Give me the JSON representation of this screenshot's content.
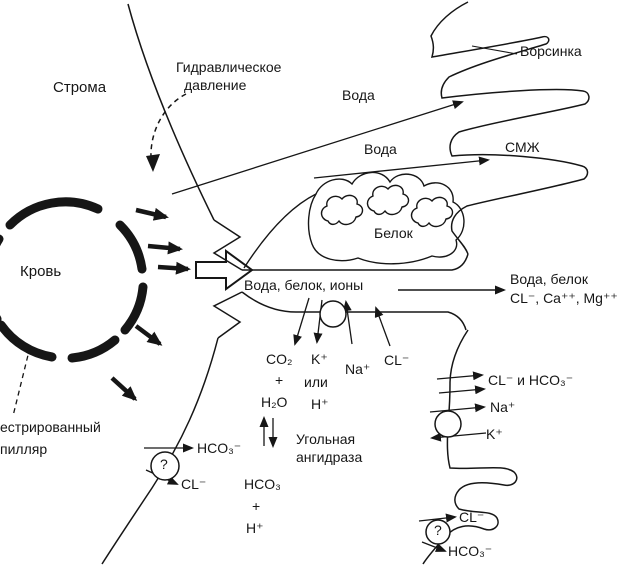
{
  "colors": {
    "ink": "#161616",
    "background": "#ffffff"
  },
  "labels": {
    "stroma": "Строма",
    "pressure1": "Гидравлическое",
    "pressure2": "давление",
    "blood": "Кровь",
    "water_upper": "Вода",
    "water_mid": "Вода",
    "villus": "Ворсинка",
    "csf": "СМЖ",
    "protein": "Белок",
    "cleft_flow": "Вода, белок, ионы",
    "outflow1": "Вода, белок",
    "outflow2": "CL⁻, Ca⁺⁺, Mg⁺⁺",
    "co2": "CO₂",
    "plus_a": "+",
    "h2o": "H₂O",
    "k_mid": "K⁺",
    "or": "или",
    "h_mid": "H⁺",
    "na_mid": "Na⁺",
    "cl_mid": "CL⁻",
    "enzyme1": "Угольная",
    "enzyme2": "ангидраза",
    "hco3_mid": "HCO₃",
    "plus_b": "+",
    "h_bottom": "H⁺",
    "capillary1": "естрированный",
    "capillary2": "пилляр",
    "q_left": "?",
    "hco3_left": "HCO₃⁻",
    "cl_left": "CL⁻",
    "cl_hco3_right": "CL⁻ и HCO₃⁻",
    "na_right": "Na⁺",
    "k_right": "K⁺",
    "q_right": "?",
    "cl_right": "CL⁻",
    "hco3_right": "HCO₃⁻"
  }
}
